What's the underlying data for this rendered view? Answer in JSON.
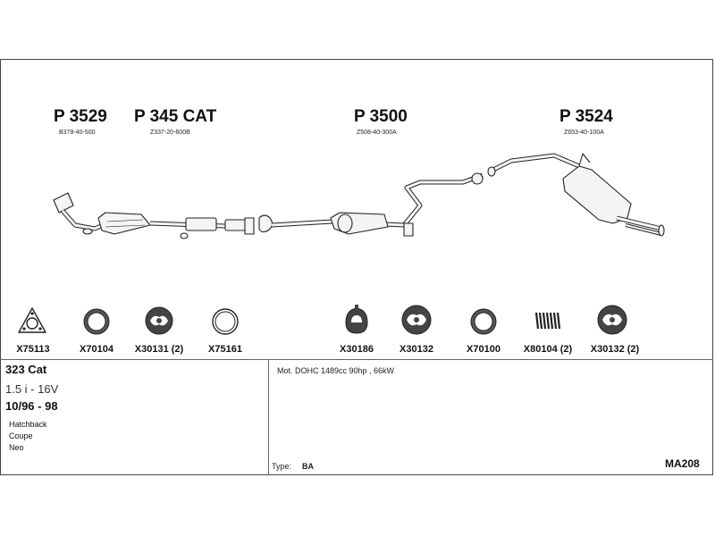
{
  "parts": [
    {
      "title": "P 3529",
      "code": "B378-40-500"
    },
    {
      "title": "P 345 CAT",
      "code": "Z337-20-600B"
    },
    {
      "title": "P 3500",
      "code": "Z508-40-300A"
    },
    {
      "title": "P 3524",
      "code": "Z653-40-100A"
    }
  ],
  "components": [
    {
      "label": "X75113",
      "icon": "flange-gasket-icon"
    },
    {
      "label": "X70104",
      "icon": "ring-gasket-icon"
    },
    {
      "label": "X30131 (2)",
      "icon": "rubber-hanger-icon"
    },
    {
      "label": "X75161",
      "icon": "ring-gasket-icon"
    },
    {
      "label": "X30186",
      "icon": "rubber-mount-icon"
    },
    {
      "label": "X30132",
      "icon": "rubber-hanger-icon"
    },
    {
      "label": "X70100",
      "icon": "ring-gasket-icon"
    },
    {
      "label": "X80104 (2)",
      "icon": "spring-icon"
    },
    {
      "label": "X30132 (2)",
      "icon": "rubber-hanger-icon"
    }
  ],
  "vehicle": {
    "model": "323 Cat",
    "engine": "1.5 i - 16V",
    "years": "10/96 - 98",
    "variants": [
      "Hatchback",
      "Coupe",
      "Neo"
    ]
  },
  "specs": {
    "motor": "Mot. DOHC 1489cc 90hp , 66kW",
    "type_label": "Type:",
    "type_value": "BA",
    "code": "MA208"
  }
}
